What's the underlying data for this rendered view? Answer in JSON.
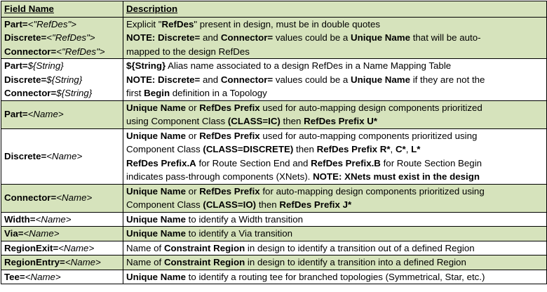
{
  "header": {
    "field": "Field Name",
    "description": "Description"
  },
  "rows": [
    {
      "bg": "green",
      "field": [
        {
          "key": "Part=",
          "val": "<\"RefDes\">"
        },
        {
          "key": "Discrete=",
          "val": "<\"RefDes\">"
        },
        {
          "key": "Connector=",
          "val": "<\"RefDes\">"
        }
      ],
      "desc": [
        [
          {
            "t": "Explicit \"",
            "b": false
          },
          {
            "t": "RefDes",
            "b": true
          },
          {
            "t": "\" present in design, must be in double quotes",
            "b": false
          }
        ],
        [
          {
            "t": "NOTE: Discrete=",
            "b": true
          },
          {
            "t": " and ",
            "b": false
          },
          {
            "t": "Connector=",
            "b": true
          },
          {
            "t": " values could be a ",
            "b": false
          },
          {
            "t": "Unique Name",
            "b": true
          },
          {
            "t": " that will be auto-",
            "b": false
          }
        ],
        [
          {
            "t": "mapped to the design RefDes",
            "b": false
          }
        ]
      ]
    },
    {
      "bg": "white",
      "field": [
        {
          "key": "Part=",
          "val": "${String}"
        },
        {
          "key": "Discrete=",
          "val": "${String}"
        },
        {
          "key": "Connector=",
          "val": "${String}"
        }
      ],
      "desc": [
        [
          {
            "t": "${String}",
            "b": true
          },
          {
            "t": " Alias name associated to a design RefDes in a Name Mapping Table",
            "b": false
          }
        ],
        [
          {
            "t": "NOTE: Discrete=",
            "b": true
          },
          {
            "t": " and ",
            "b": false
          },
          {
            "t": "Connector=",
            "b": true
          },
          {
            "t": " values could be a ",
            "b": false
          },
          {
            "t": "Unique Name",
            "b": true
          },
          {
            "t": " if they are not the",
            "b": false
          }
        ],
        [
          {
            "t": "first ",
            "b": false
          },
          {
            "t": "Begin",
            "b": true
          },
          {
            "t": " definition in a Topology",
            "b": false
          }
        ]
      ]
    },
    {
      "bg": "green",
      "field": [
        {
          "key": "Part=",
          "val": "<Name>"
        }
      ],
      "desc": [
        [
          {
            "t": "Unique Name",
            "b": true
          },
          {
            "t": " or ",
            "b": false
          },
          {
            "t": "RefDes Prefix",
            "b": true
          },
          {
            "t": " used for auto-mapping design components prioritized",
            "b": false
          }
        ],
        [
          {
            "t": "using Component Class ",
            "b": false
          },
          {
            "t": "(CLASS=IC)",
            "b": true
          },
          {
            "t": " then ",
            "b": false
          },
          {
            "t": "RefDes Prefix U*",
            "b": true
          }
        ]
      ]
    },
    {
      "bg": "white",
      "field": [
        {
          "key": "Discrete=",
          "val": "<Name>"
        }
      ],
      "desc": [
        [
          {
            "t": "Unique Name",
            "b": true
          },
          {
            "t": " or ",
            "b": false
          },
          {
            "t": "RefDes Prefix",
            "b": true
          },
          {
            "t": " used for auto-mapping components prioritized using",
            "b": false
          }
        ],
        [
          {
            "t": "Component Class ",
            "b": false
          },
          {
            "t": "(CLASS=DISCRETE)",
            "b": true
          },
          {
            "t": " then ",
            "b": false
          },
          {
            "t": "RefDes Prefix R*",
            "b": true
          },
          {
            "t": ", ",
            "b": false
          },
          {
            "t": "C*",
            "b": true
          },
          {
            "t": ", ",
            "b": false
          },
          {
            "t": "L*",
            "b": true
          }
        ],
        [
          {
            "t": "RefDes Prefix.A",
            "b": true
          },
          {
            "t": " for Route Section End and ",
            "b": false
          },
          {
            "t": "RefDes Prefix.B",
            "b": true
          },
          {
            "t": " for Route Section Begin",
            "b": false
          }
        ],
        [
          {
            "t": "indicates pass-through components (XNets).  ",
            "b": false
          },
          {
            "t": "NOTE: XNets must exist in the design",
            "b": true
          }
        ]
      ]
    },
    {
      "bg": "green",
      "field": [
        {
          "key": "Connector=",
          "val": "<Name>"
        }
      ],
      "desc": [
        [
          {
            "t": "Unique Name",
            "b": true
          },
          {
            "t": " or ",
            "b": false
          },
          {
            "t": "RefDes Prefix",
            "b": true
          },
          {
            "t": " for auto-mapping design components prioritized using",
            "b": false
          }
        ],
        [
          {
            "t": "Component Class ",
            "b": false
          },
          {
            "t": "(CLASS=IO)",
            "b": true
          },
          {
            "t": " then ",
            "b": false
          },
          {
            "t": "RefDes Prefix J*",
            "b": true
          }
        ]
      ]
    },
    {
      "bg": "white",
      "field": [
        {
          "key": "Width=",
          "val": "<Name>"
        }
      ],
      "desc": [
        [
          {
            "t": "Unique Name",
            "b": true
          },
          {
            "t": " to identify a Width transition",
            "b": false
          }
        ]
      ]
    },
    {
      "bg": "green",
      "field": [
        {
          "key": "Via=",
          "val": "<Name>"
        }
      ],
      "desc": [
        [
          {
            "t": "Unique Name",
            "b": true
          },
          {
            "t": " to identify a Via transition",
            "b": false
          }
        ]
      ]
    },
    {
      "bg": "white",
      "field": [
        {
          "key": "RegionExit=",
          "val": "<Name>"
        }
      ],
      "desc": [
        [
          {
            "t": "Name of ",
            "b": false
          },
          {
            "t": "Constraint Region",
            "b": true
          },
          {
            "t": " in design to identify a transition out of a defined Region",
            "b": false
          }
        ]
      ]
    },
    {
      "bg": "green",
      "field": [
        {
          "key": "RegionEntry=",
          "val": "<Name>"
        }
      ],
      "desc": [
        [
          {
            "t": "Name of ",
            "b": false
          },
          {
            "t": "Constraint Region",
            "b": true
          },
          {
            "t": " in design to identify a transition into a defined Region",
            "b": false
          }
        ]
      ]
    },
    {
      "bg": "white",
      "field": [
        {
          "key": "Tee=",
          "val": "<Name>"
        }
      ],
      "desc": [
        [
          {
            "t": "Unique Name",
            "b": true
          },
          {
            "t": " to identify a routing tee for branched topologies (Symmetrical, Star, etc.)",
            "b": false
          }
        ]
      ]
    }
  ]
}
